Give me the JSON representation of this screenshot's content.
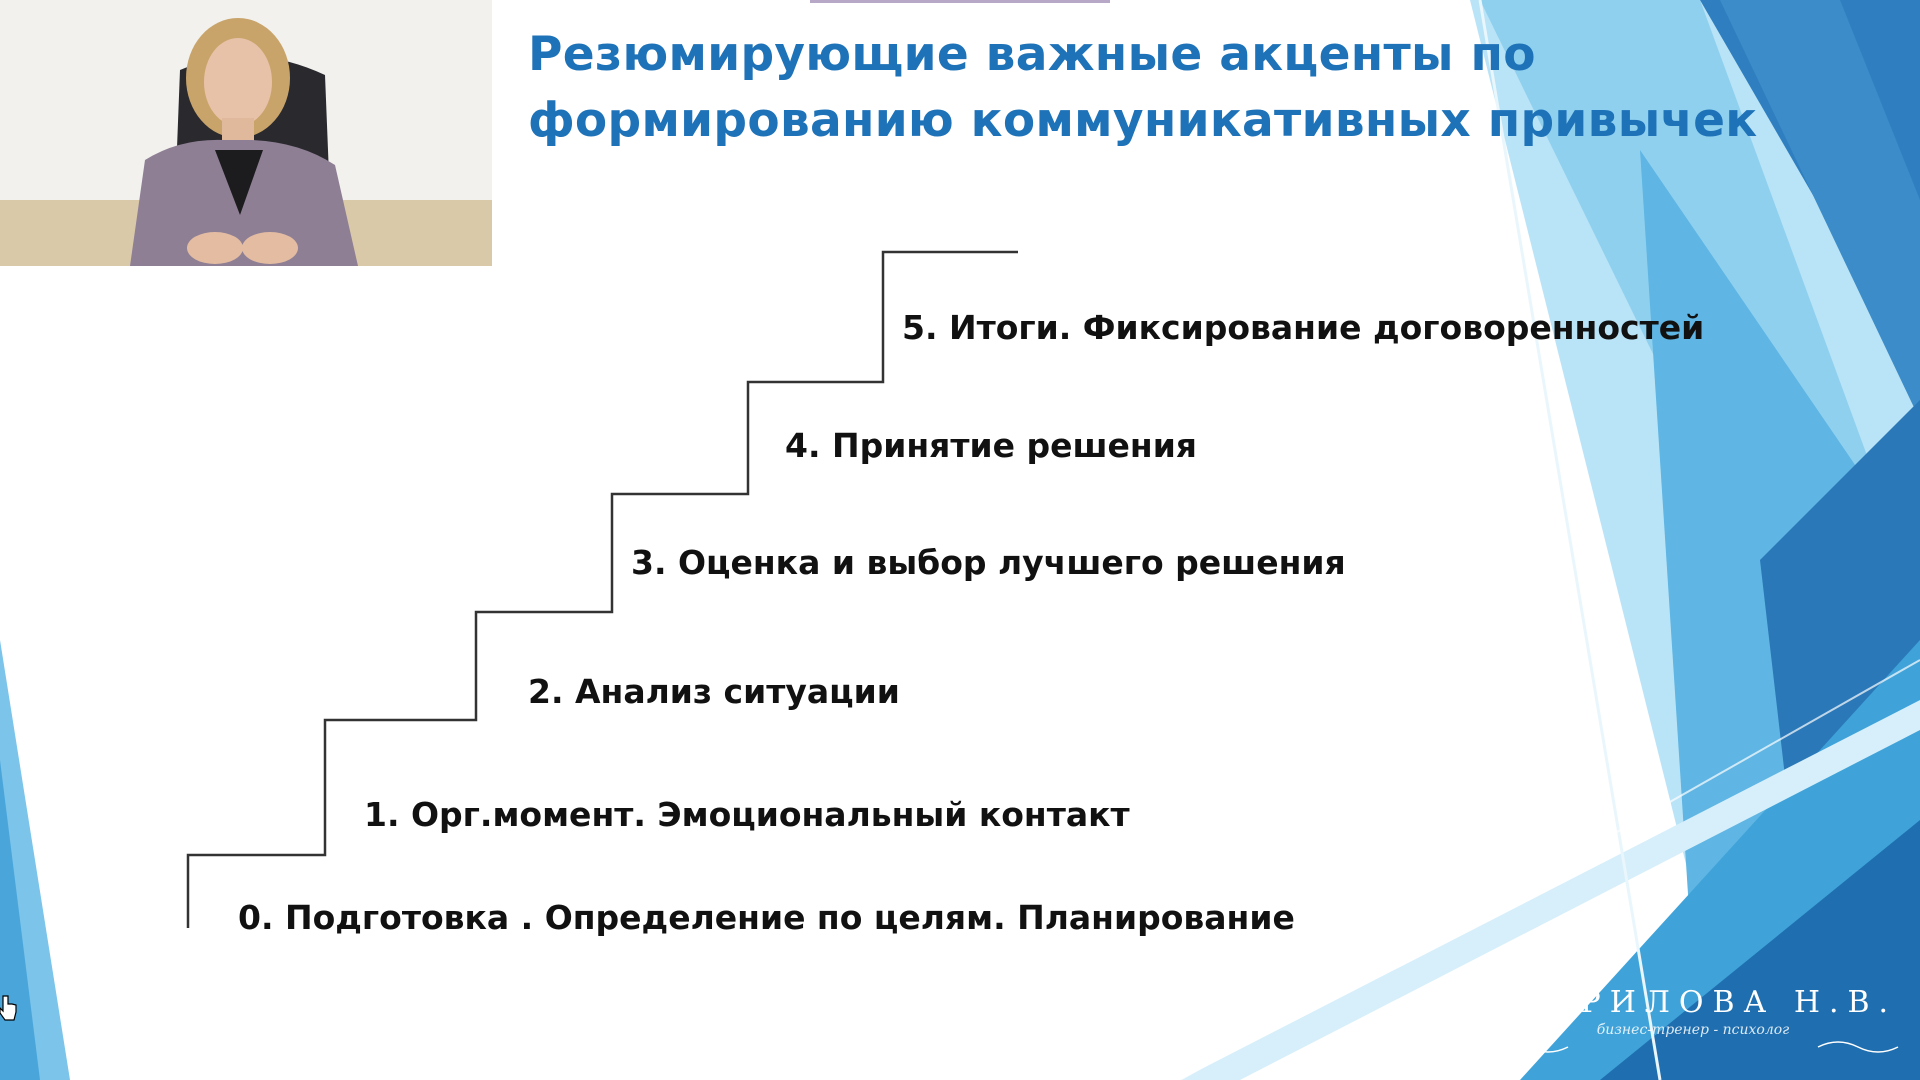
{
  "slide": {
    "title_line1": "Резюмирующие важные акценты по",
    "title_line2": "формированию коммуникативных привычек",
    "steps": [
      "0. Подготовка . Определение по целям. Планирование",
      "1. Орг.момент. Эмоциональный контакт",
      "2. Анализ ситуации",
      "3. Оценка и выбор лучшего решения",
      "4. Принятие решения",
      "5. Итоги. Фиксирование договоренностей"
    ]
  },
  "logo": {
    "name": "ГАВРИЛОВА Н.В.",
    "subtitle": "бизнес-тренер - психолог"
  },
  "colors": {
    "title": "#1e72b8",
    "accent_light": "#8fd0ef",
    "accent_mid": "#3fa3d9",
    "accent_dark": "#1f6fb0",
    "step_text": "#111111",
    "stair_line": "#333333"
  },
  "icons": {
    "cursor": "hand-pointer-icon"
  }
}
